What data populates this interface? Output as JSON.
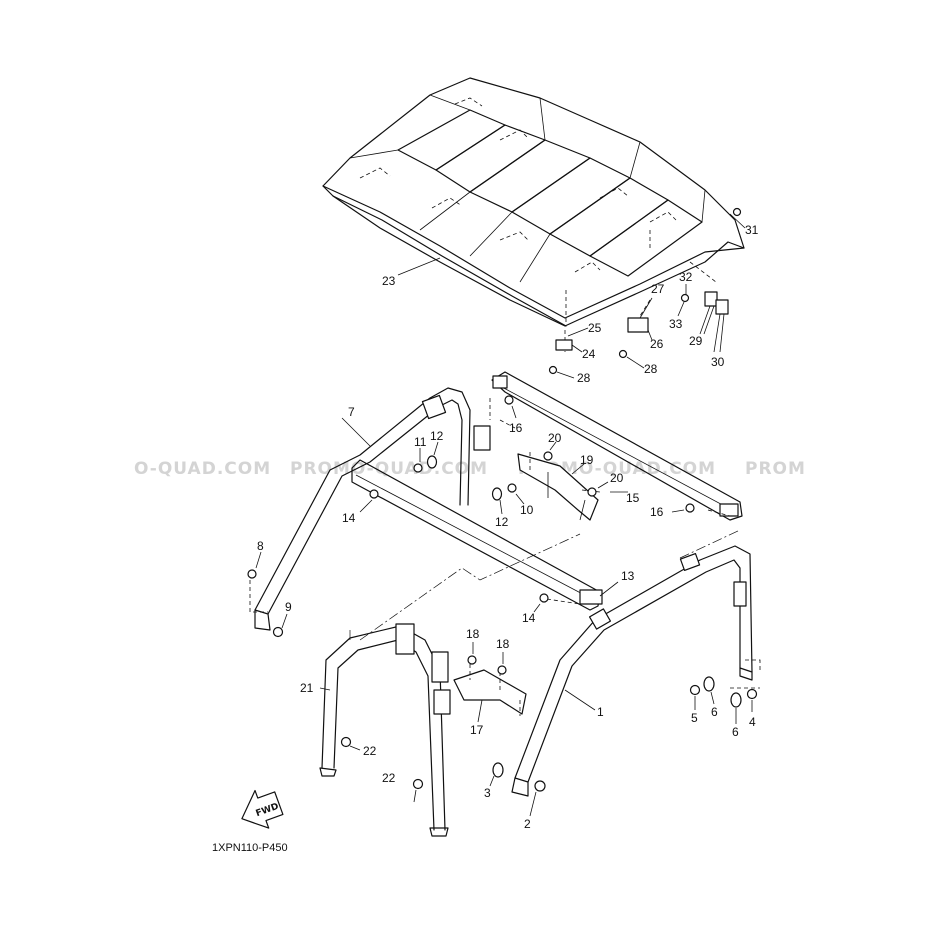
{
  "watermarks": [
    "O-QUAD.COM",
    "PROMO-QUAD.COM",
    "PROMO-QUAD.COM",
    "PROM"
  ],
  "diagram_code": "1XPN110-P450",
  "fwd_label": "FWD",
  "callouts": {
    "c1": "1",
    "c2": "2",
    "c3": "3",
    "c4": "4",
    "c5": "5",
    "c6a": "6",
    "c6b": "6",
    "c7": "7",
    "c8": "8",
    "c9": "9",
    "c10": "10",
    "c11": "11",
    "c12a": "12",
    "c12b": "12",
    "c13": "13",
    "c14a": "14",
    "c14b": "14",
    "c15": "15",
    "c16a": "16",
    "c16b": "16",
    "c17": "17",
    "c18a": "18",
    "c18b": "18",
    "c19": "19",
    "c20a": "20",
    "c20b": "20",
    "c21": "21",
    "c22a": "22",
    "c22b": "22",
    "c23": "23",
    "c24": "24",
    "c25": "25",
    "c26": "26",
    "c27": "27",
    "c28a": "28",
    "c28b": "28",
    "c29": "29",
    "c30": "30",
    "c31": "31",
    "c32": "32",
    "c33": "33"
  }
}
